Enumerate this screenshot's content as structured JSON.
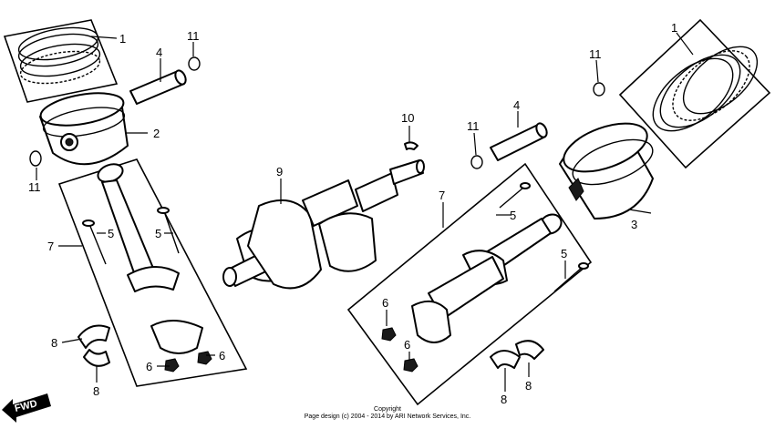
{
  "callouts": {
    "c1_left": "1",
    "c1_right": "1",
    "c2": "2",
    "c3": "3",
    "c4_left": "4",
    "c4_right": "4",
    "c5_a": "5",
    "c5_b": "5",
    "c5_c": "5",
    "c5_d": "5",
    "c6_a": "6",
    "c6_b": "6",
    "c6_c": "6",
    "c6_d": "6",
    "c7_left": "7",
    "c7_right": "7",
    "c8_a": "8",
    "c8_b": "8",
    "c8_c": "8",
    "c8_d": "8",
    "c9": "9",
    "c10": "10",
    "c11_a": "11",
    "c11_b": "11",
    "c11_c": "11",
    "c11_d": "11"
  },
  "fwd_label": "FWD",
  "copyright": {
    "line1": "Copyright",
    "line2": "Page design (c) 2004 - 2014 by ARI Network Services, Inc."
  }
}
